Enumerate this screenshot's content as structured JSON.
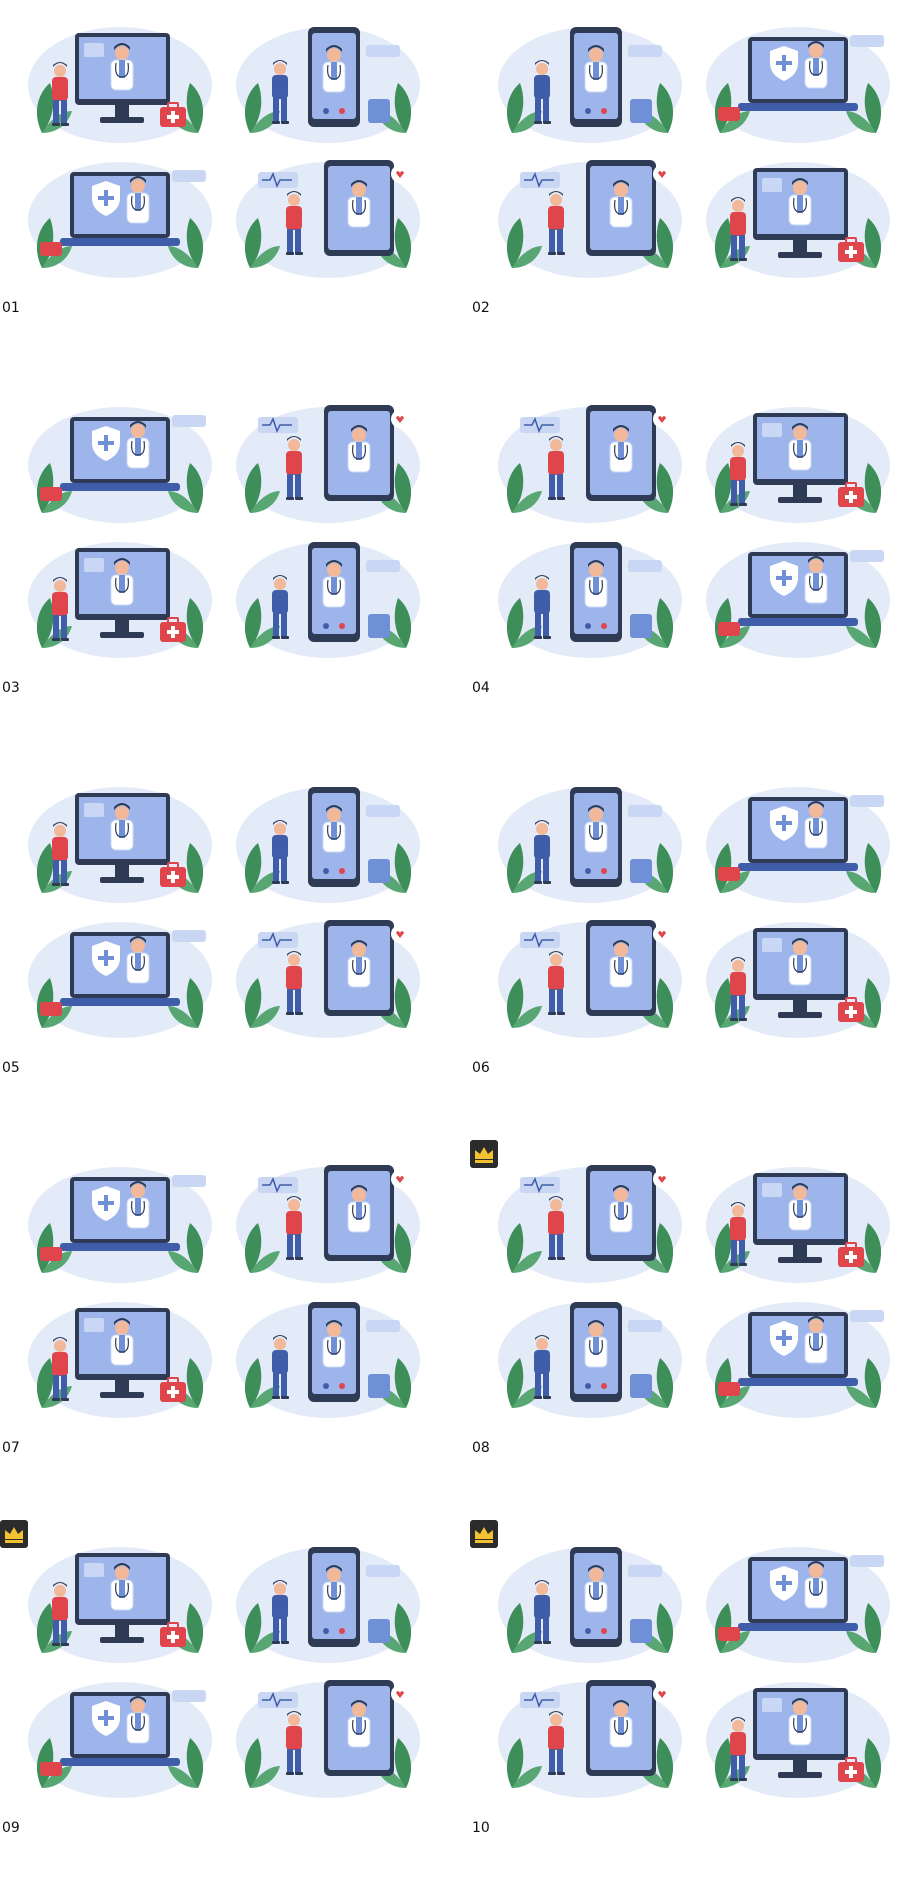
{
  "colors": {
    "blue_dark": "#3f5da8",
    "blue_mid": "#6f8fd6",
    "blue_light": "#c9d7f5",
    "blob": "#e3eaf8",
    "green": "#3e8e5a",
    "red": "#e0454b",
    "skin": "#f1b899",
    "screen": "#9db5ea",
    "dark": "#2f3b55",
    "white": "#ffffff"
  },
  "sets": [
    {
      "label": "01",
      "premium": false,
      "icon": "telemedicine-illustration-set"
    },
    {
      "label": "02",
      "premium": false,
      "icon": "telemedicine-illustration-set"
    },
    {
      "label": "03",
      "premium": false,
      "icon": "telemedicine-illustration-set"
    },
    {
      "label": "04",
      "premium": false,
      "icon": "telemedicine-illustration-set"
    },
    {
      "label": "05",
      "premium": false,
      "icon": "telemedicine-illustration-set"
    },
    {
      "label": "06",
      "premium": false,
      "icon": "telemedicine-illustration-set"
    },
    {
      "label": "07",
      "premium": false,
      "icon": "telemedicine-illustration-set"
    },
    {
      "label": "08",
      "premium": true,
      "icon": "crown-icon"
    },
    {
      "label": "09",
      "premium": true,
      "icon": "crown-icon"
    },
    {
      "label": "10",
      "premium": true,
      "icon": "crown-icon"
    }
  ]
}
